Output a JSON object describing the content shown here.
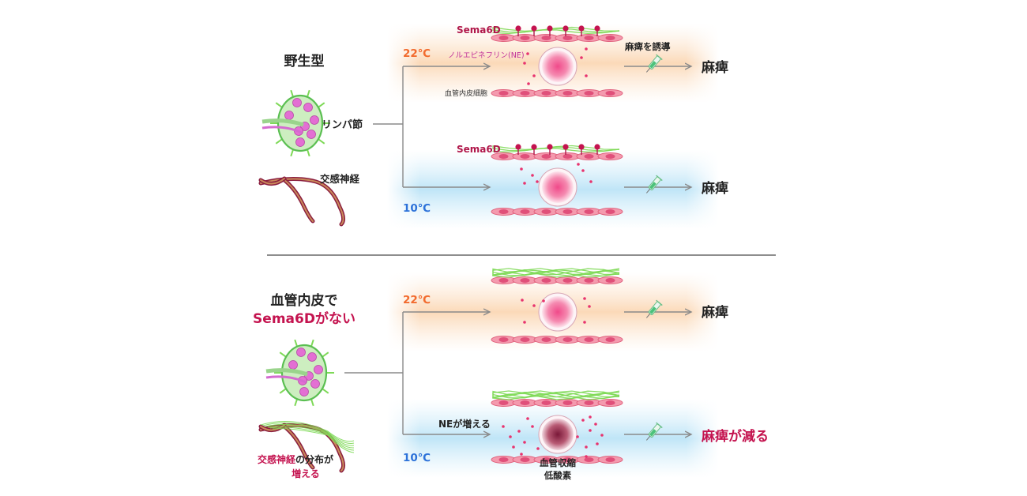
{
  "top_panel": {
    "condition_label": "野生型",
    "lymph_node_label": "リンパ節",
    "sympathetic_label": "交感神経",
    "warm": {
      "temperature": "22℃",
      "sema6d_label": "Sema6D",
      "ne_label": "ノルエピネフリン(NE)",
      "endothelial_label": "血管内皮細胞",
      "induce_label": "麻痺を誘導",
      "outcome": "麻痺"
    },
    "cold": {
      "temperature": "10℃",
      "sema6d_label": "Sema6D",
      "outcome": "麻痺"
    }
  },
  "bottom_panel": {
    "condition_label_line1": "血管内皮で",
    "condition_label_line2": "Sema6Dがない",
    "sympathetic_part1": "交感神経",
    "sympathetic_part2": "の分布が",
    "sympathetic_part3": "増える",
    "warm": {
      "temperature": "22℃",
      "outcome": "麻痺"
    },
    "cold": {
      "temperature": "10℃",
      "ne_increase_label": "NEが増える",
      "vaso_line1": "血管収縮",
      "vaso_line2": "低酸素",
      "outcome": "麻痺が減る"
    }
  },
  "colors": {
    "warm_band": "#fbd9b8",
    "cold_band": "#bfe5f7",
    "warm_temp_text": "#f26b2e",
    "cold_temp_text": "#2d72d9",
    "accent_red": "#c4134f",
    "sema6d_text": "#b0174a",
    "ne_text": "#c2339a",
    "endothelium": "#f08aa0",
    "nerve_fiber": "#7ed957"
  }
}
